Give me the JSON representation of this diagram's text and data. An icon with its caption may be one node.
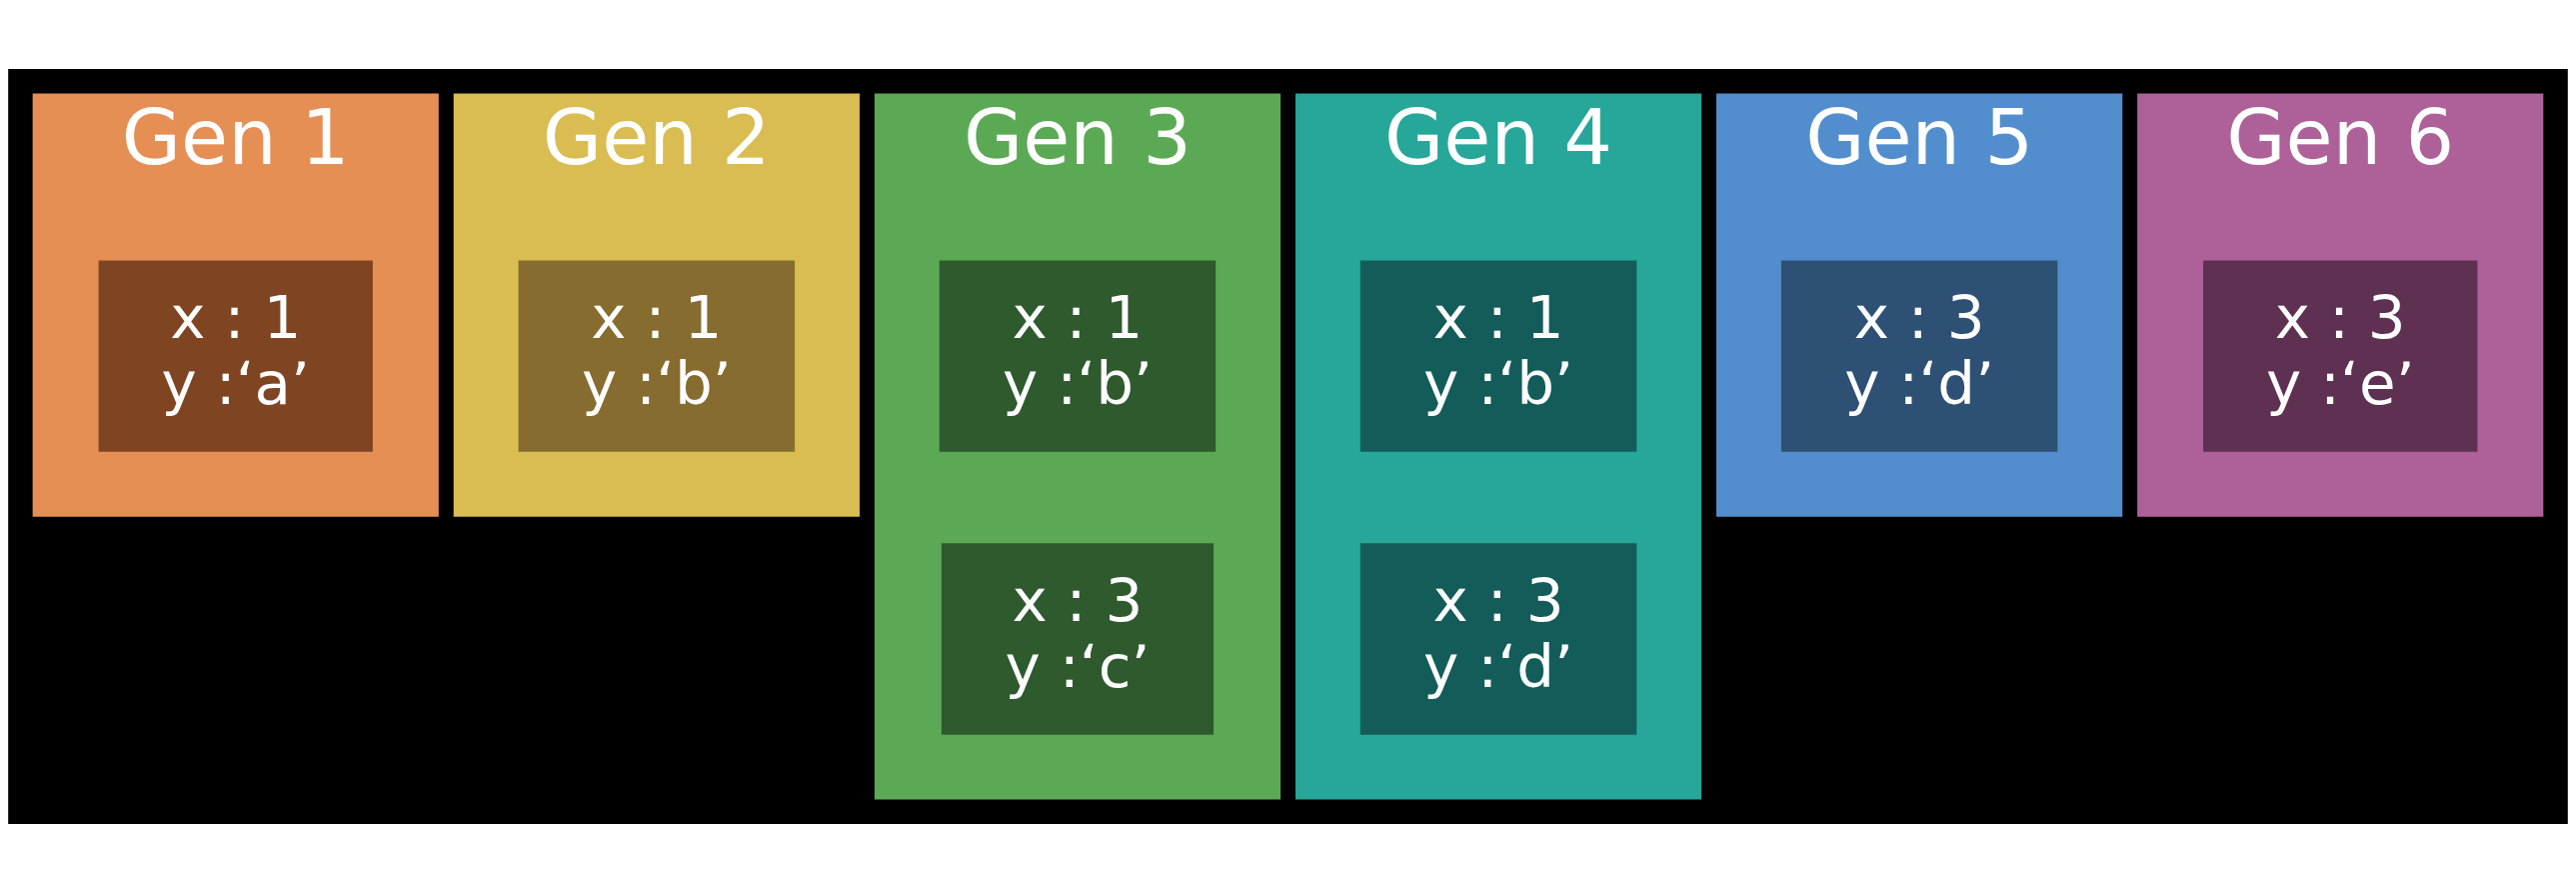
{
  "diagram": {
    "nodes": [
      {
        "text": [
          "Gen 1"
        ]
      },
      {
        "text": [
          "x : 1",
          "y :‘a’"
        ],
        "in": 0
      },
      {
        "text": [
          "Gen 2"
        ]
      },
      {
        "text": [
          "x : 1",
          "y :‘b’"
        ],
        "in": 2
      },
      {
        "text": [
          "Gen 3"
        ]
      },
      {
        "text": [
          "x : 1",
          "y :‘b’"
        ],
        "in": 4
      },
      {
        "text": [
          "x : 3",
          "y :‘c’"
        ],
        "in": 4
      },
      {
        "text": [
          "Gen 4"
        ]
      },
      {
        "text": [
          "x : 1",
          "y :‘b’"
        ],
        "in": 7
      },
      {
        "text": [
          "x : 3",
          "y :‘d’"
        ],
        "in": 7
      },
      {
        "text": [
          "Gen 5"
        ]
      },
      {
        "text": [
          "x : 3",
          "y :‘d’"
        ],
        "in": 10
      },
      {
        "text": [
          "Gen 6"
        ]
      },
      {
        "text": [
          "x : 3",
          "y :‘e’"
        ],
        "in": 12
      }
    ]
  }
}
